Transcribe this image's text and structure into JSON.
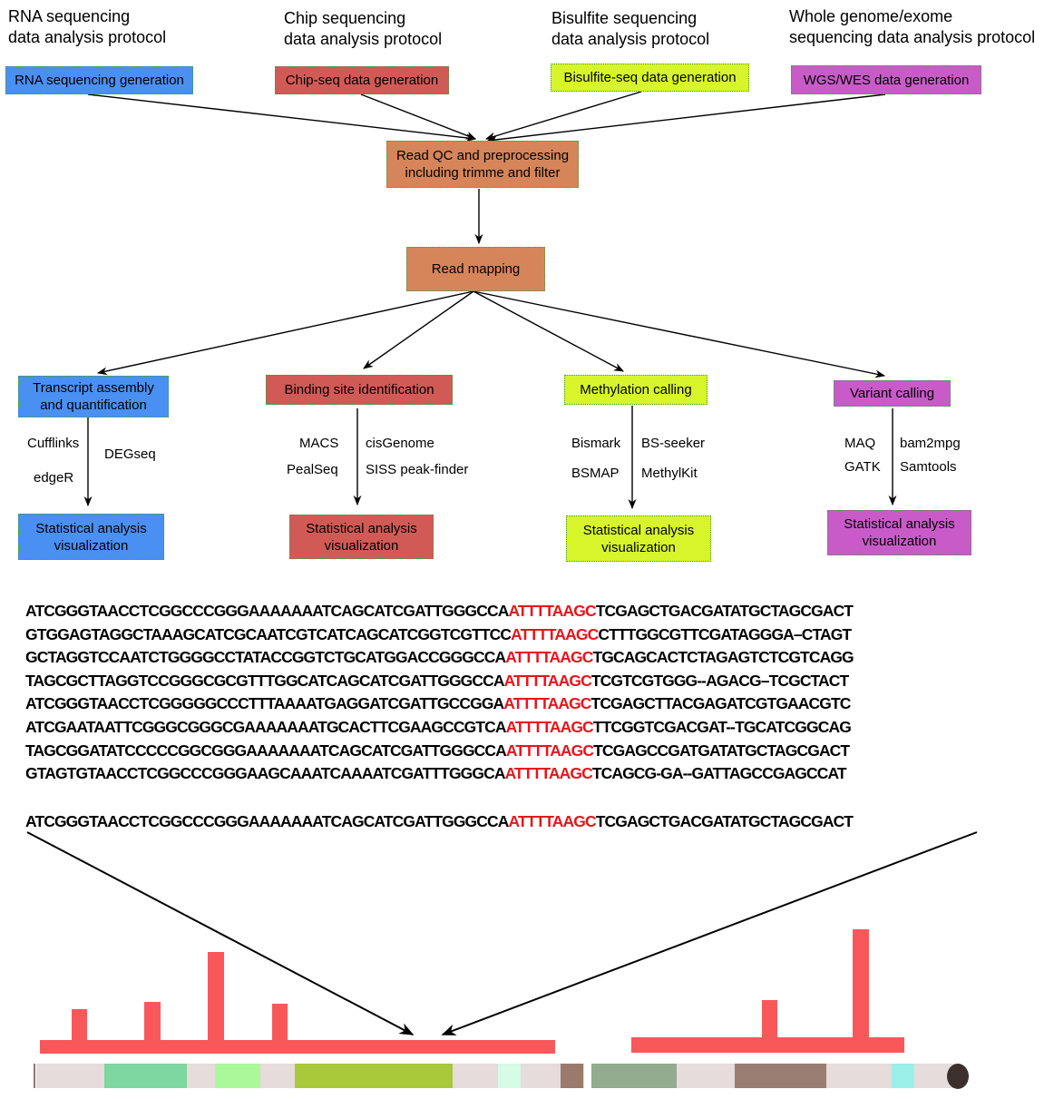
{
  "protocols": [
    {
      "line1": "RNA sequencing",
      "line2": "data analysis protocol"
    },
    {
      "line1": "Chip sequencing",
      "line2": "data analysis protocol"
    },
    {
      "line1": "Bisulfite sequencing",
      "line2": "data analysis protocol"
    },
    {
      "line1": "Whole genome/exome",
      "line2": "sequencing data analysis protocol"
    }
  ],
  "generation": [
    "RNA sequencing generation",
    "Chip-seq data generation",
    "Bisulfite-seq data generation",
    "WGS/WES data generation"
  ],
  "qc": {
    "line1": "Read QC and preprocessing",
    "line2": "including trimme and filter"
  },
  "mapping": "Read mapping",
  "analyses": [
    {
      "line1": "Transcript assembly",
      "line2": "and quantification"
    },
    {
      "line1": "Binding site identification",
      "line2": ""
    },
    {
      "line1": "Methylation calling",
      "line2": ""
    },
    {
      "line1": "Variant calling",
      "line2": ""
    }
  ],
  "tools": {
    "rna": [
      "Cufflinks",
      "DEGseq",
      "edgeR"
    ],
    "chip": [
      "MACS",
      "cisGenome",
      "PealSeq",
      "SISS peak-finder"
    ],
    "bisulfite": [
      "Bismark",
      "BS-seeker",
      "BSMAP",
      "MethylKit"
    ],
    "variant": [
      "MAQ",
      "bam2mpg",
      "GATK",
      "Samtools"
    ]
  },
  "stats": {
    "line1": "Statistical analysis",
    "line2": "visualization"
  },
  "colors": {
    "blue": "#4a90f2",
    "red": "#d25a56",
    "lime": "#d7f52a",
    "purple": "#c95bc9",
    "orange": "#d6855a",
    "highlight": "#e8141a",
    "peaks": "#f9585a"
  },
  "sequences": [
    {
      "pre": "ATCGGGTAACCTCGGCCCGGGAAAAAAATCAGCATCGATTGGGCCA",
      "motif": "ATTTTAAGC",
      "post": "TCGAGCTGACGATATGCTAGCGACT"
    },
    {
      "pre": "GTGGAGTAGGCTAAAGCATCGCAATCGTCATCAGCATCGGTCGTTCC",
      "motif": "ATTTTAAGC",
      "post": "CTTTGGCGTTCGATAGGGA–CTAGT"
    },
    {
      "pre": "GCTAGGTCCAATCTGGGGCCTATACCGGTCTGCATGGACCGGGCCA",
      "motif": "ATTTTAAGC",
      "post": "TGCAGCACTCTAGAGTCTCGTCAGG"
    },
    {
      "pre": "TAGCGCTTAGGTCCGGGCGCGTTTGGCATCAGCATCGATTGGGCCA",
      "motif": "ATTTTAAGC",
      "post": "TCGTCGTGGG--AGACG–TCGCTACT"
    },
    {
      "pre": "ATCGGGTAACCTCGGGGGCCCTTTAAAATGAGGATCGATTGCCGGA",
      "motif": "ATTTTAAGC",
      "post": "TCGAGCTTACGAGATCGTGAACGTC"
    },
    {
      "pre": "ATCGAATAATTCGGGCGGGCGAAAAAAATGCACTTCGAAGCCGTCA",
      "motif": "ATTTTAAGC",
      "post": "TTCGGTCGACGAT--TGCATCGGCAG"
    },
    {
      "pre": "TAGCGGATATCCCCCGGCGGGAAAAAAATCAGCATCGATTGGGCCA",
      "motif": "ATTTTAAGC",
      "post": "TCGAGCCGATGATATGCTAGCGACT"
    },
    {
      "pre": "GTAGTGTAACCTCGGCCCGGGAAGCAAATCAAAATCGATTTGGGCA",
      "motif": "ATTTTAAGC",
      "post": "TCAGCG-GA--GATTAGCCGAGCCAT"
    }
  ],
  "consensus": {
    "pre": "ATCGGGTAACCTCGGCCCGGGAAAAAAATCAGCATCGATTGGGCCA",
    "motif": "ATTTTAAGC",
    "post": "TCGAGCTGACGATATGCTAGCGACT"
  }
}
